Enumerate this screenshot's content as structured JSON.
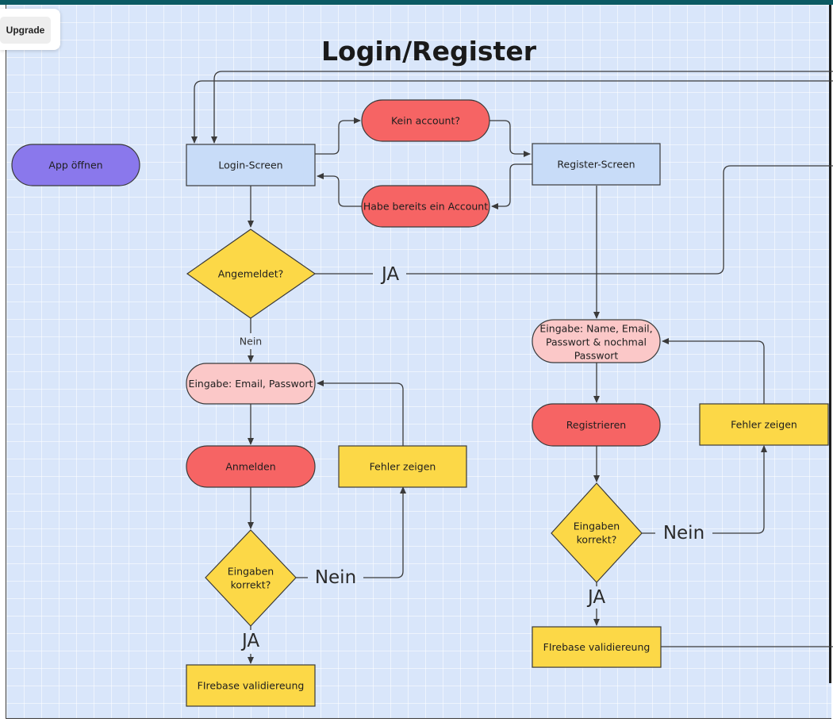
{
  "toolbar": {
    "upgrade_label": "Upgrade"
  },
  "board": {
    "title": "Login/Register"
  },
  "nodes": {
    "app_open": "App öffnen",
    "login_screen": "Login-Screen",
    "no_account": "Kein account?",
    "have_account": "Habe bereits ein Account",
    "register_screen": "Register-Screen",
    "logged_in_q": "Angemeldet?",
    "login_input": "Eingabe: Email, Passwort",
    "login_action": "Anmelden",
    "login_error": "Fehler zeigen",
    "login_check": [
      "Eingaben",
      "korrekt?"
    ],
    "login_firebase": "FIrebase validiereung",
    "register_input": [
      "Eingabe: Name, Email,",
      "Passwort & nochmal",
      "Passwort"
    ],
    "register_action": "Registrieren",
    "register_error": "Fehler zeigen",
    "register_check": [
      "Eingaben",
      "korrekt?"
    ],
    "register_firebase": "FIrebase validiereung"
  },
  "edge_labels": {
    "ja_logged_in": "JA",
    "nein_logged_in": "Nein",
    "nein_login_check": "Nein",
    "ja_login_check": "JA",
    "nein_register_check": "Nein",
    "ja_register_check": "JA"
  },
  "colors": {
    "canvas": "#d9e6fa",
    "terminal_purple": "#8a78ec",
    "screen_blue": "#c8dcf8",
    "action_red": "#f66464",
    "input_pink": "#fbc8c8",
    "decision_yellow": "#fcd847",
    "process_yellow": "#fcd847"
  }
}
